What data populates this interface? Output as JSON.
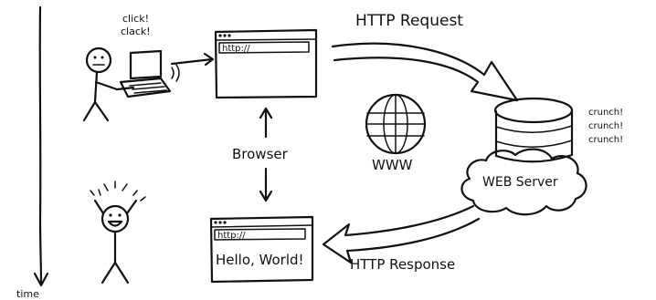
{
  "labels": {
    "click_line1": "click!",
    "click_line2": "clack!",
    "url_top": "http://",
    "url_bottom": "http://",
    "hello": "Hello, World!",
    "browser": "Browser",
    "http_request": "HTTP Request",
    "http_response": "HTTP Response",
    "www": "WWW",
    "web_server": "WEB Server",
    "crunch1": "crunch!",
    "crunch2": "crunch!",
    "crunch3": "crunch!",
    "time": "time"
  }
}
